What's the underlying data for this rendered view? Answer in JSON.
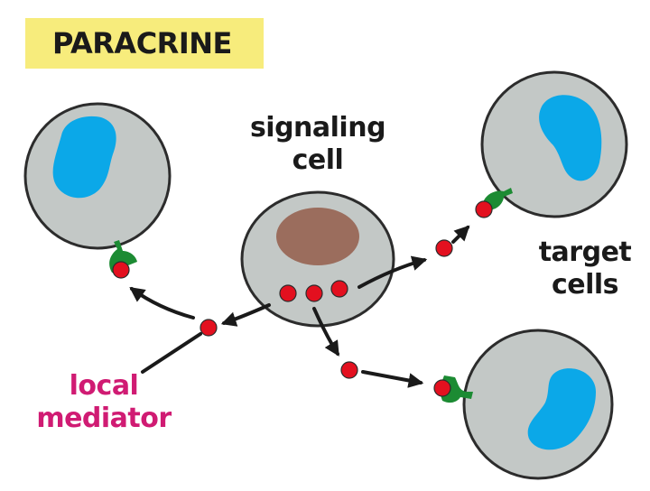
{
  "title": "PARACRINE",
  "labels": {
    "signaling_cell": [
      "signaling",
      "cell"
    ],
    "target_cells": [
      "target",
      "cells"
    ],
    "local_mediator": [
      "local",
      "mediator"
    ]
  },
  "colors": {
    "title_background": "#f7ec7c",
    "cell_body": "#c3c8c6",
    "cell_outline": "#2c2c2c",
    "target_nucleus": "#0ba8e8",
    "signaling_nucleus": "#9b6d5d",
    "mediator": "#e3101f",
    "receptor": "#1c8b33",
    "mediator_label": "#d01b73"
  },
  "icons": [
    "cell-icon",
    "nucleus-icon",
    "mediator-molecule-icon",
    "receptor-icon",
    "arrow-icon"
  ]
}
